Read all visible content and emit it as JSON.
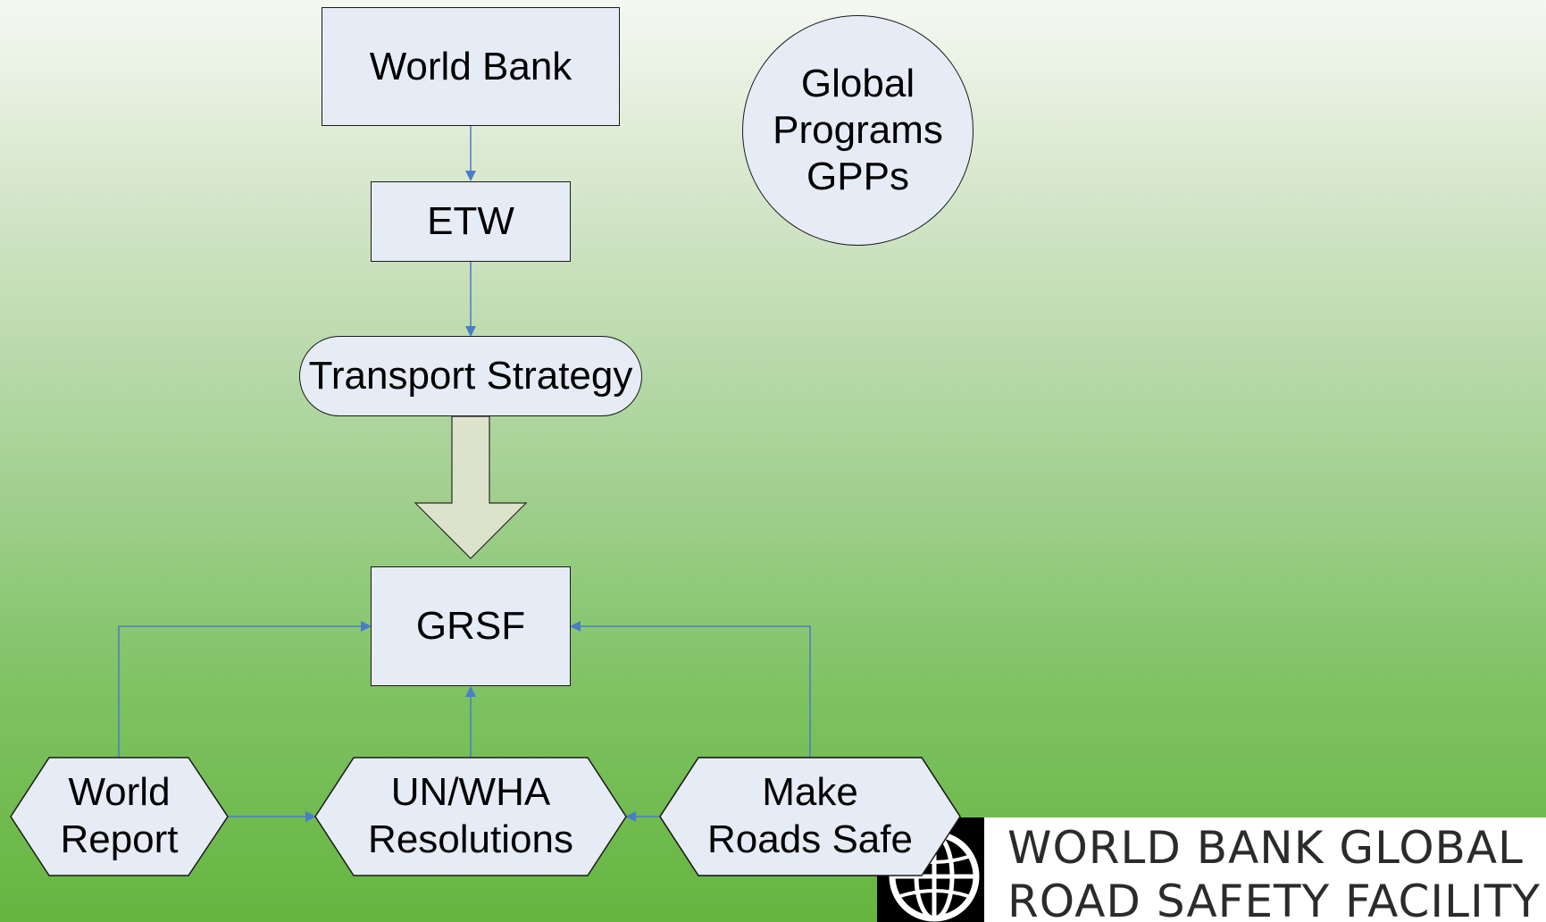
{
  "nodes": {
    "world_bank": "World Bank",
    "etw": "ETW",
    "transport_strategy": "Transport Strategy",
    "grsf": "GRSF",
    "global_programs": "Global\nPrograms\nGPPs",
    "world_report": "World\nReport",
    "un_wha": "UN/WHA\nResolutions",
    "make_roads_safe": "Make\nRoads Safe"
  },
  "logo": {
    "line1": "WORLD BANK GLOBAL",
    "line2": "ROAD SAFETY FACILITY"
  },
  "colors": {
    "node_fill": "#e6ecf6",
    "connector": "#4a7cc9",
    "block_arrow_fill": "#dde2cd"
  }
}
